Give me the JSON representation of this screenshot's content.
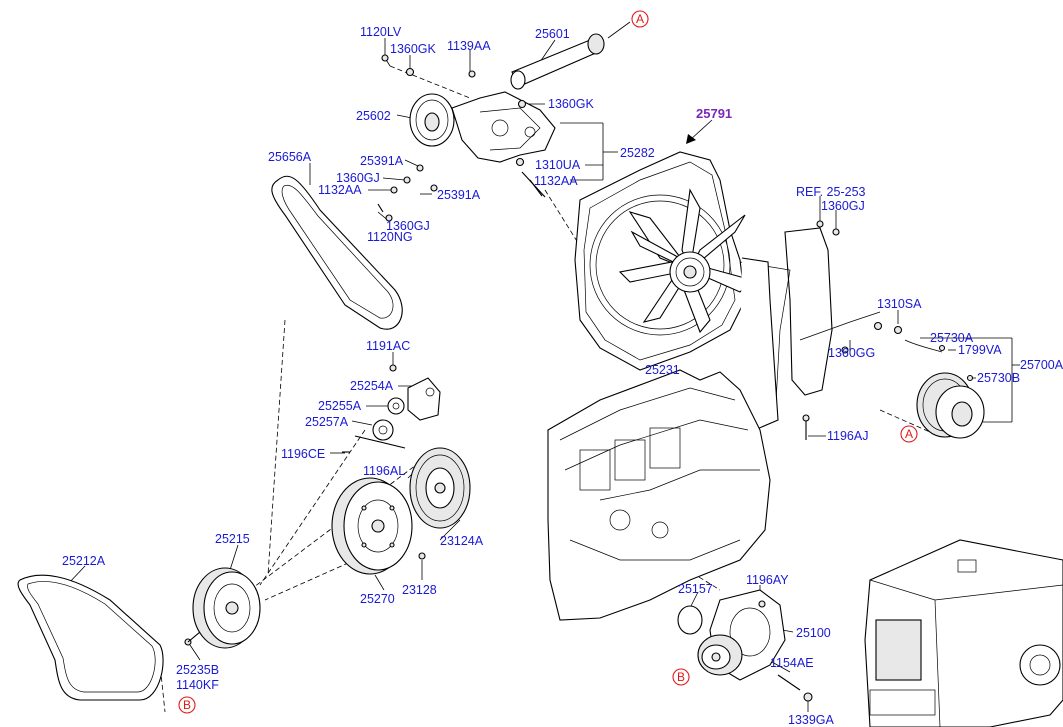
{
  "labels": [
    {
      "text": "1120LV"
    },
    {
      "text": "1360GK"
    },
    {
      "text": "1139AA"
    },
    {
      "text": "25601"
    },
    {
      "text": "1360GK"
    },
    {
      "text": "25602"
    },
    {
      "text": "25282"
    },
    {
      "text": "25391A"
    },
    {
      "text": "1310UA"
    },
    {
      "text": "1360GJ"
    },
    {
      "text": "1132AA"
    },
    {
      "text": "1132AA"
    },
    {
      "text": "25391A"
    },
    {
      "text": "25656A"
    },
    {
      "text": "1360GJ"
    },
    {
      "text": "25791"
    },
    {
      "text": "REF. 25-253"
    },
    {
      "text": "1360GJ"
    },
    {
      "text": "1120NG"
    },
    {
      "text": "1310SA"
    },
    {
      "text": "25730A"
    },
    {
      "text": "1799VA"
    },
    {
      "text": "25700A"
    },
    {
      "text": "1360GG"
    },
    {
      "text": "25730B"
    },
    {
      "text": "1196AJ"
    },
    {
      "text": "25231"
    },
    {
      "text": "1191AC"
    },
    {
      "text": "25254A"
    },
    {
      "text": "25255A"
    },
    {
      "text": "25257A"
    },
    {
      "text": "1196CE"
    },
    {
      "text": "1196AL"
    },
    {
      "text": "23124A"
    },
    {
      "text": "23128"
    },
    {
      "text": "25215"
    },
    {
      "text": "25270"
    },
    {
      "text": "25212A"
    },
    {
      "text": "25235B"
    },
    {
      "text": "1140KF"
    },
    {
      "text": "25157"
    },
    {
      "text": "1196AY"
    },
    {
      "text": "25100"
    },
    {
      "text": "1154AE"
    },
    {
      "text": "1339GA"
    }
  ],
  "callouts": [
    {
      "letter": "A"
    },
    {
      "letter": "A"
    },
    {
      "letter": "B"
    },
    {
      "letter": "B"
    }
  ]
}
